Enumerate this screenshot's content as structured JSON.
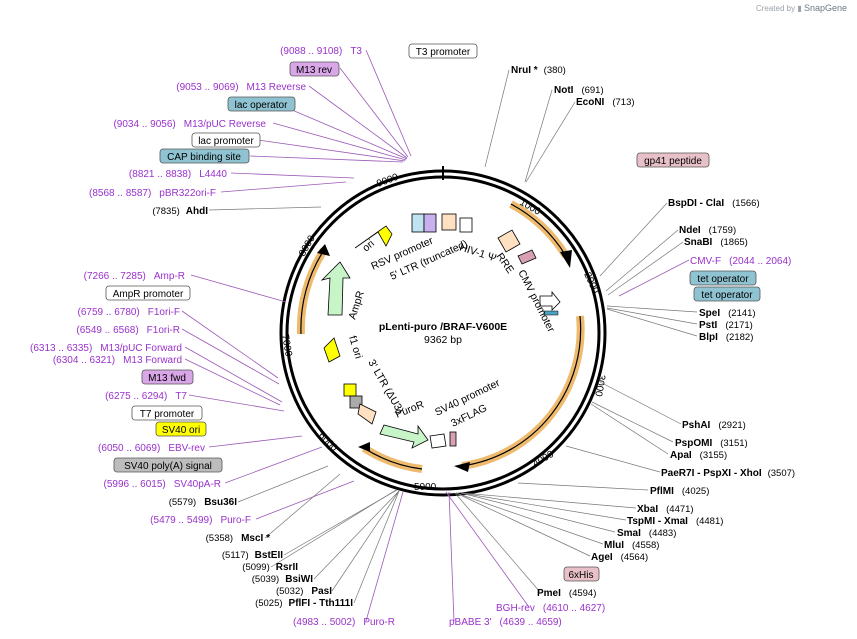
{
  "credit": {
    "prefix": "Created by",
    "brand": "SnapGene"
  },
  "map": {
    "name": "pLenti-puro /BRAF-V600E",
    "size": "9362 bp"
  },
  "scale_ticks": [
    "1000",
    "2000",
    "3000",
    "4000",
    "5000",
    "6000",
    "7000",
    "8000",
    "9000"
  ],
  "enzymes_right": [
    {
      "name": "NruI *",
      "pos": "(380)"
    },
    {
      "name": "NotI",
      "pos": "(691)"
    },
    {
      "name": "EcoNI",
      "pos": "(713)"
    },
    {
      "name": "BspDI",
      "sep": " - ",
      "name2": "ClaI",
      "pos": "(1566)"
    },
    {
      "name": "NdeI",
      "pos": "(1759)"
    },
    {
      "name": "SnaBI",
      "pos": "(1865)"
    },
    {
      "name": "SpeI",
      "pos": "(2141)"
    },
    {
      "name": "PstI",
      "pos": "(2171)"
    },
    {
      "name": "BlpI",
      "pos": "(2182)"
    },
    {
      "name": "PshAI",
      "pos": "(2921)"
    },
    {
      "name": "PspOMI",
      "pos": "(3151)"
    },
    {
      "name": "ApaI",
      "pos": "(3155)"
    },
    {
      "name": "PaeR7I",
      "sep": " - ",
      "name2": "PspXI",
      "sep2": " - ",
      "name3": "XhoI",
      "pos": "(3507)"
    },
    {
      "name": "PflMI",
      "pos": "(4025)"
    },
    {
      "name": "XbaI",
      "pos": "(4471)"
    },
    {
      "name": "TspMI",
      "sep": " - ",
      "name2": "XmaI",
      "pos": "(4481)"
    },
    {
      "name": "SmaI",
      "pos": "(4483)"
    },
    {
      "name": "MluI",
      "pos": "(4558)"
    },
    {
      "name": "AgeI",
      "pos": "(4564)"
    },
    {
      "name": "PmeI",
      "pos": "(4594)"
    }
  ],
  "enzymes_left": [
    {
      "name": "AhdI",
      "pos": "(7835)"
    },
    {
      "name": "Bsu36I",
      "pos": "(5579)"
    },
    {
      "name": "MscI *",
      "pos": "(5358)"
    },
    {
      "name": "BstEII",
      "pos": "(5117)"
    },
    {
      "name": "RsrII",
      "pos": "(5099)"
    },
    {
      "name": "BsiWI",
      "pos": "(5039)"
    },
    {
      "name": "PasI",
      "pos": "(5032)"
    },
    {
      "name": "PflFI",
      "sep": " - ",
      "name2": "Tth111I",
      "pos": "(5025)"
    }
  ],
  "primers": [
    {
      "range": "(9088 .. 9108)",
      "name": "T3"
    },
    {
      "range": "(9053 .. 9069)",
      "name": "M13 Reverse"
    },
    {
      "range": "(9034 .. 9056)",
      "name": "M13/pUC Reverse"
    },
    {
      "range": "(8821 .. 8838)",
      "name": "L4440"
    },
    {
      "range": "(8568 .. 8587)",
      "name": "pBR322ori-F"
    },
    {
      "range": "(7266 .. 7285)",
      "name": "Amp-R"
    },
    {
      "range": "(6759 .. 6780)",
      "name": "F1ori-F"
    },
    {
      "range": "(6549 .. 6568)",
      "name": "F1ori-R"
    },
    {
      "range": "(6313 .. 6335)",
      "name": "M13/pUC Forward"
    },
    {
      "range": "(6304 .. 6321)",
      "name": "M13 Forward"
    },
    {
      "range": "(6275 .. 6294)",
      "name": "T7"
    },
    {
      "range": "(6050 .. 6069)",
      "name": "EBV-rev"
    },
    {
      "range": "(5996 .. 6015)",
      "name": "SV40pA-R"
    },
    {
      "range": "(5479 .. 5499)",
      "name": "Puro-F"
    },
    {
      "range": "(4983 .. 5002)",
      "name": "Puro-R"
    },
    {
      "range": "(4639 .. 4659)",
      "name": "pBABE 3'"
    },
    {
      "range": "(4610 .. 4627)",
      "name": "BGH-rev"
    },
    {
      "range": "(2044 .. 2064)",
      "name": "CMV-F"
    }
  ],
  "boxed_features": [
    {
      "label": "T3 promoter",
      "style": "white"
    },
    {
      "label": "M13 rev",
      "style": "purple"
    },
    {
      "label": "lac operator",
      "style": "teal"
    },
    {
      "label": "lac promoter",
      "style": "white"
    },
    {
      "label": "CAP binding site",
      "style": "teal"
    },
    {
      "label": "AmpR promoter",
      "style": "white"
    },
    {
      "label": "M13 fwd",
      "style": "purple"
    },
    {
      "label": "T7 promoter",
      "style": "white"
    },
    {
      "label": "SV40 ori",
      "style": "yellow"
    },
    {
      "label": "SV40 poly(A) signal",
      "style": "gray"
    },
    {
      "label": "gp41 peptide",
      "style": "pink"
    },
    {
      "label": "tet operator",
      "style": "teal"
    },
    {
      "label": "tet operator",
      "style": "teal"
    },
    {
      "label": "6xHis",
      "style": "pink"
    }
  ],
  "inner_features": [
    {
      "label": "RSV promoter"
    },
    {
      "label": "5' LTR (truncated)"
    },
    {
      "label": "HIV-1 Ψ"
    },
    {
      "label": "RRE"
    },
    {
      "label": "CMV promoter"
    },
    {
      "label": "AmpR"
    },
    {
      "label": "ori"
    },
    {
      "label": "f1 ori"
    },
    {
      "label": "3' LTR (ΔU3)"
    },
    {
      "label": "PuroR"
    },
    {
      "label": "SV40 promoter"
    },
    {
      "label": "3xFLAG"
    }
  ],
  "colors": {
    "purple_text": "#9932cc",
    "teal_box": "#8fc3d1",
    "purple_box": "#d9a6e8",
    "pink_box": "#e8c1c8",
    "yellow_box": "#ffff00",
    "gray_box": "#bdbdbd",
    "orange_arc": "#e8a33d",
    "amp_green": "#c8f5c8",
    "ori_yellow": "#ffff00"
  }
}
